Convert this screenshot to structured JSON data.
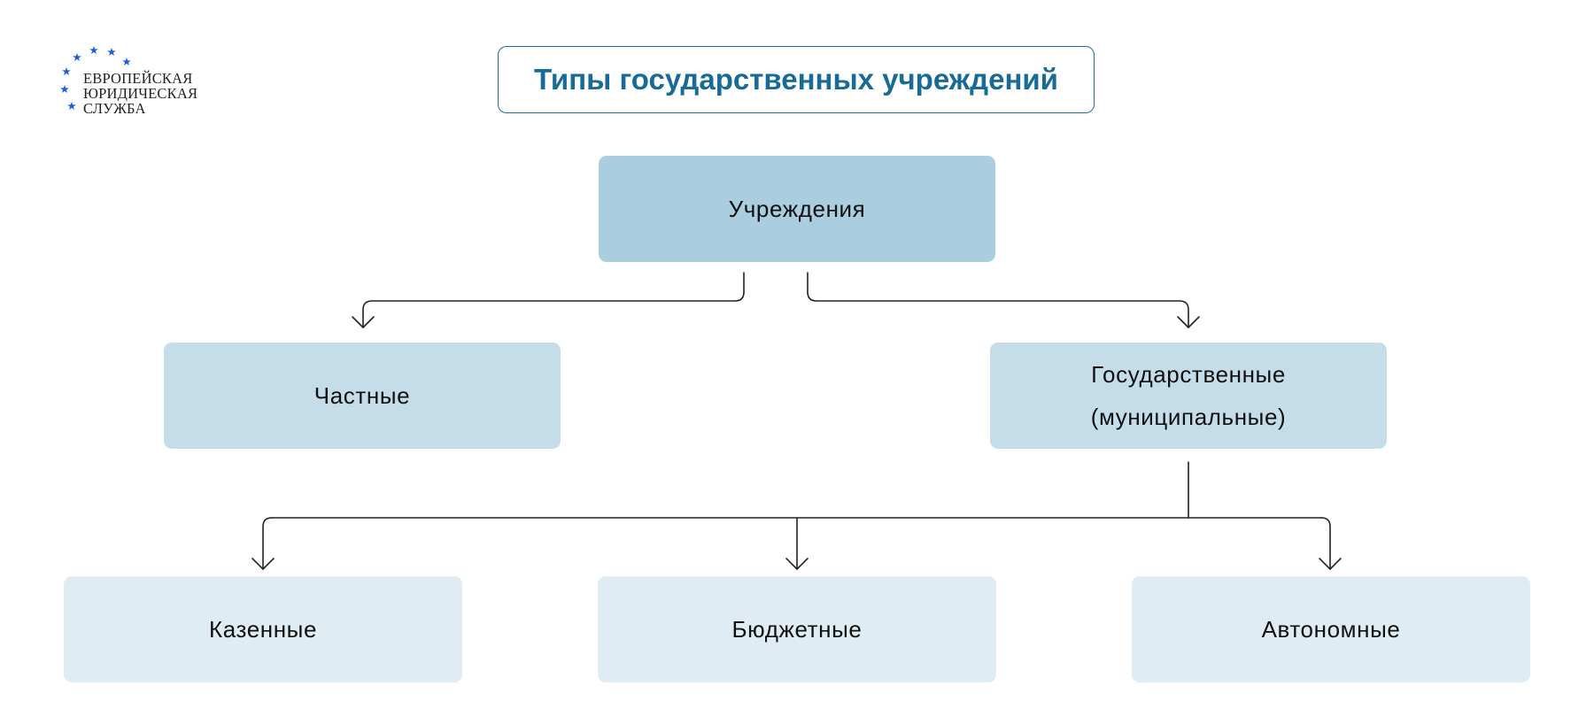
{
  "logo": {
    "lines": [
      "ЕВРОПЕЙСКАЯ",
      "ЮРИДИЧЕСКАЯ",
      "СЛУЖБА"
    ],
    "star_color": "#1f5fd6"
  },
  "title": "Типы государственных учреждений",
  "nodes": {
    "root": "Учреждения",
    "private": "Частные",
    "state_line1": "Государственные",
    "state_line2": "(муниципальные)",
    "kazennye": "Казенные",
    "budgetnye": "Бюджетные",
    "avtonomnye": "Автономные"
  },
  "colors": {
    "title": "#176b96",
    "root_fill": "#aacde0",
    "level1_fill": "#c5dde8",
    "level2_fill": "#e0ecf3",
    "connector": "#222222"
  }
}
